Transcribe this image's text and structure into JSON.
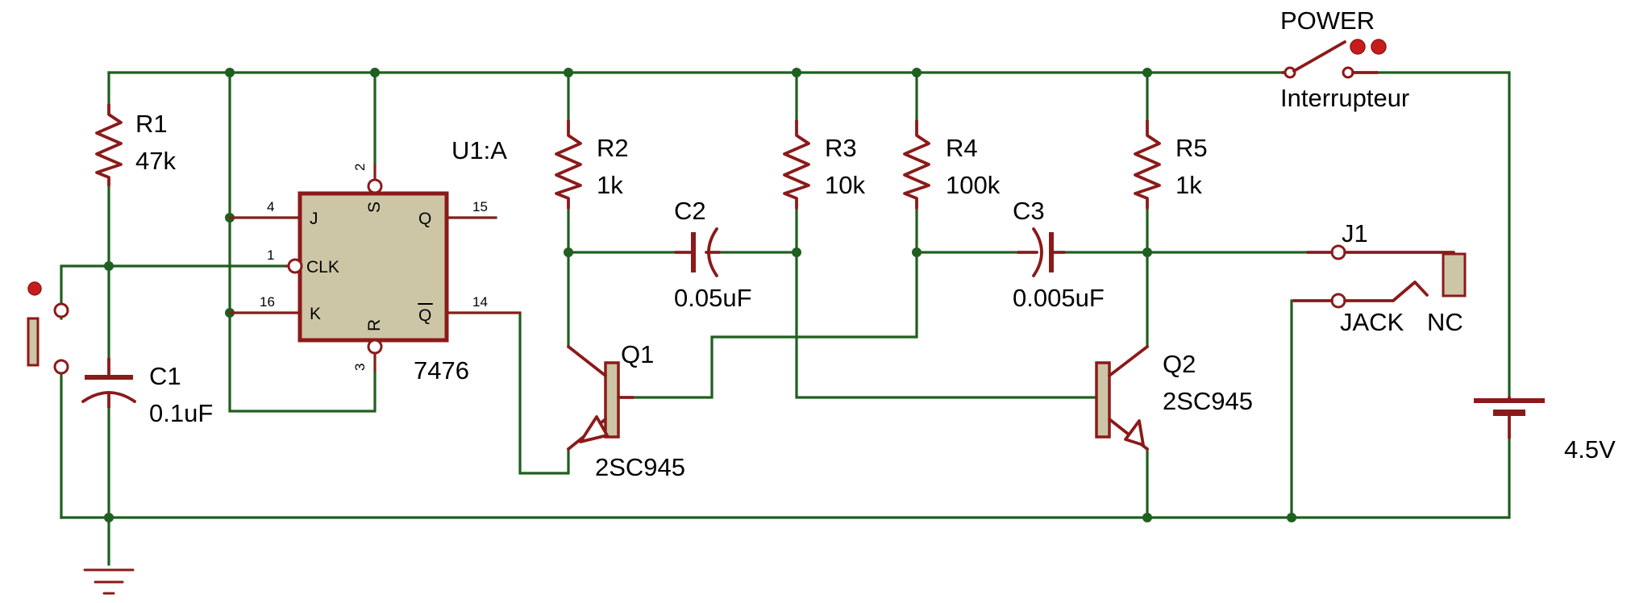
{
  "components": {
    "power_switch": {
      "ref": "POWER",
      "value": "Interrupteur"
    },
    "R1": {
      "ref": "R1",
      "value": "47k"
    },
    "R2": {
      "ref": "R2",
      "value": "1k"
    },
    "R3": {
      "ref": "R3",
      "value": "10k"
    },
    "R4": {
      "ref": "R4",
      "value": "100k"
    },
    "R5": {
      "ref": "R5",
      "value": "1k"
    },
    "C1": {
      "ref": "C1",
      "value": "0.1uF"
    },
    "C2": {
      "ref": "C2",
      "value": "0.05uF"
    },
    "C3": {
      "ref": "C3",
      "value": "0.005uF"
    },
    "Q1": {
      "ref": "Q1",
      "value": "2SC945"
    },
    "Q2": {
      "ref": "Q2",
      "value": "2SC945"
    },
    "U1": {
      "ref": "U1:A",
      "value": "7476",
      "pins": {
        "J": "J",
        "CLK": "CLK",
        "K": "K",
        "S": "S",
        "R": "R",
        "Q": "Q",
        "QBAR": "Q"
      },
      "pin_numbers": {
        "J": "4",
        "CLK": "1",
        "K": "16",
        "S": "2",
        "R": "3",
        "Q": "15",
        "QBAR": "14"
      }
    },
    "J1": {
      "ref": "J1",
      "type": "JACK",
      "value": "NC"
    },
    "battery": {
      "value": "4.5V"
    }
  },
  "colors": {
    "wire": "#1f5f1f",
    "component": "#8b1a1a",
    "body_fill": "#cdc6a6",
    "marker": "#c81c1c"
  }
}
